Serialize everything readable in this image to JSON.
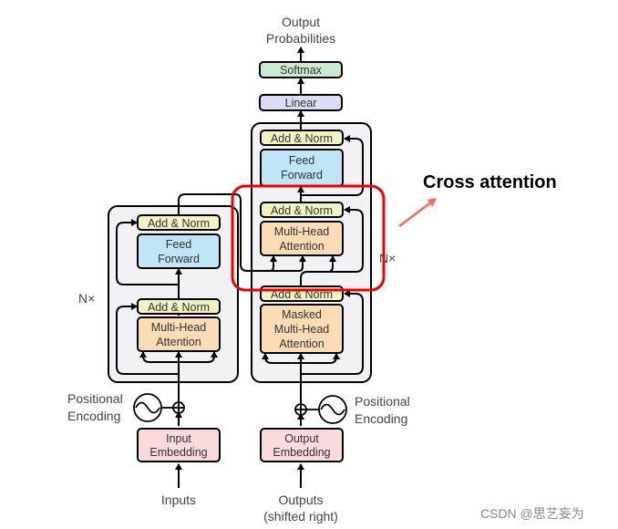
{
  "diagram": {
    "title": "Transformer architecture",
    "annotation": {
      "label": "Cross attention",
      "highlight_color": "#ee0000",
      "arrow_color": "#f26b5b"
    },
    "outputs_top": {
      "line1": "Output",
      "line2": "Probabilities"
    },
    "softmax": {
      "label": "Softmax",
      "color": "#c9ebcf"
    },
    "linear": {
      "label": "Linear",
      "color": "#dcdcf4"
    },
    "encoder": {
      "repeat_label": "N×",
      "add_norm_2": "Add & Norm",
      "feed_forward": {
        "line1": "Feed",
        "line2": "Forward"
      },
      "add_norm_1": "Add & Norm",
      "attention": {
        "line1": "Multi-Head",
        "line2": "Attention"
      },
      "positional_encoding": {
        "line1": "Positional",
        "line2": "Encoding"
      },
      "embedding": {
        "line1": "Input",
        "line2": "Embedding"
      },
      "input_label": "Inputs"
    },
    "decoder": {
      "repeat_label": "N×",
      "add_norm_3": "Add & Norm",
      "feed_forward": {
        "line1": "Feed",
        "line2": "Forward"
      },
      "add_norm_2": "Add & Norm",
      "cross_attention": {
        "line1": "Multi-Head",
        "line2": "Attention"
      },
      "add_norm_1": "Add & Norm",
      "masked_attention": {
        "line1": "Masked",
        "line2": "Multi-Head",
        "line3": "Attention"
      },
      "positional_encoding": {
        "line1": "Positional",
        "line2": "Encoding"
      },
      "embedding": {
        "line1": "Output",
        "line2": "Embedding"
      },
      "input_label_1": "Outputs",
      "input_label_2": "(shifted right)"
    },
    "colors": {
      "add_norm": "#f2f3c0",
      "feed_forward": "#bfe6f5",
      "attention": "#fcdcb4",
      "embedding": "#fadadd",
      "stack_bg": "#f2f2f4"
    },
    "watermark": "CSDN @思艺妄为"
  }
}
